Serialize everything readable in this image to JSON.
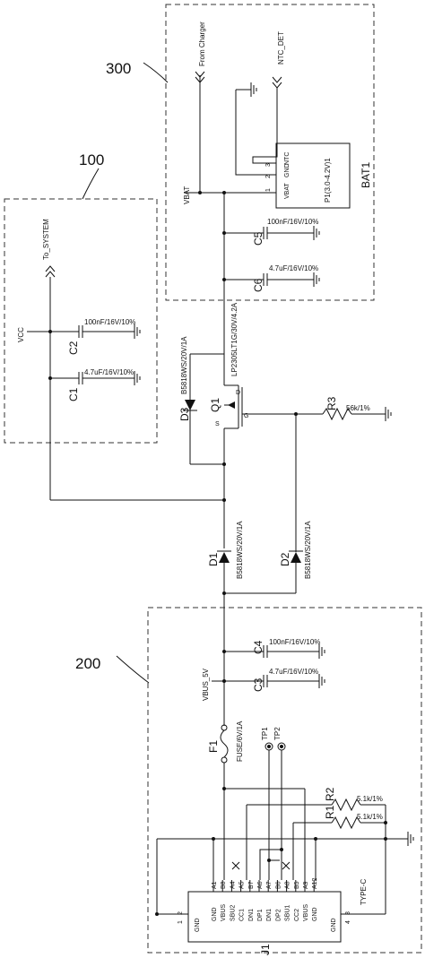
{
  "blocks": {
    "b100": "100",
    "b200": "200",
    "b300": "300"
  },
  "nets": {
    "from_charger": "From Charger",
    "ntc_det": "NTC_DET",
    "vbat": "VBAT",
    "to_system": "To_SYSTEM",
    "vcc": "VCC",
    "vbus_5v": "VBUS_5V"
  },
  "battery": {
    "ref": "BAT1",
    "value": "P1(3.0-4.2V)1",
    "pins": {
      "ntc": "NTC",
      "gnd": "GND",
      "vbat": "VBAT",
      "n3": "3",
      "n2": "2",
      "n1": "1"
    }
  },
  "caps": {
    "c1": {
      "ref": "C1",
      "value": "4.7uF/16V/10%"
    },
    "c2": {
      "ref": "C2",
      "value": "100nF/16V/10%"
    },
    "c3": {
      "ref": "C3",
      "value": "4.7uF/16V/10%"
    },
    "c4": {
      "ref": "C4",
      "value": "100nF/16V/10%"
    },
    "c5": {
      "ref": "C5",
      "value": "100nF/16V/10%"
    },
    "c6": {
      "ref": "C6",
      "value": "4.7uF/16V/10%"
    }
  },
  "diodes": {
    "d1": {
      "ref": "D1",
      "value": "B5818WS/20V/1A"
    },
    "d2": {
      "ref": "D2",
      "value": "B5818WS/20V/1A"
    },
    "d3": {
      "ref": "D3",
      "value": "B5818WS/20V/1A"
    }
  },
  "mosfet": {
    "ref": "Q1",
    "value": "LP2305LT1G/30V/4.2A",
    "g": "G",
    "d": "D",
    "s": "S"
  },
  "resistors": {
    "r1": {
      "ref": "R1",
      "value": "5.1k/1%"
    },
    "r2": {
      "ref": "R2",
      "value": "5.1k/1%"
    },
    "r3": {
      "ref": "R3",
      "value": "56k/1%"
    }
  },
  "fuse": {
    "ref": "F1",
    "value": "FUSE/6V/1A"
  },
  "testpoints": {
    "tp1": "TP1",
    "tp2": "TP2"
  },
  "connector": {
    "ref": "J1",
    "type": "TYPE-C",
    "rows": [
      "GND",
      "VBUS",
      "SBU2",
      "CC1",
      "DN1",
      "DP1",
      "DN1",
      "DP2",
      "SBU1",
      "CC2",
      "VBUS",
      "GND"
    ],
    "pins": [
      "A1",
      "B8",
      "A4",
      "A5",
      "B7",
      "A6",
      "A7",
      "B6",
      "A8",
      "B5",
      "A9",
      "A12"
    ],
    "side_left": "GND",
    "side_right": "GND",
    "n1": "1",
    "n2": "2",
    "n3": "3",
    "n4": "4"
  }
}
